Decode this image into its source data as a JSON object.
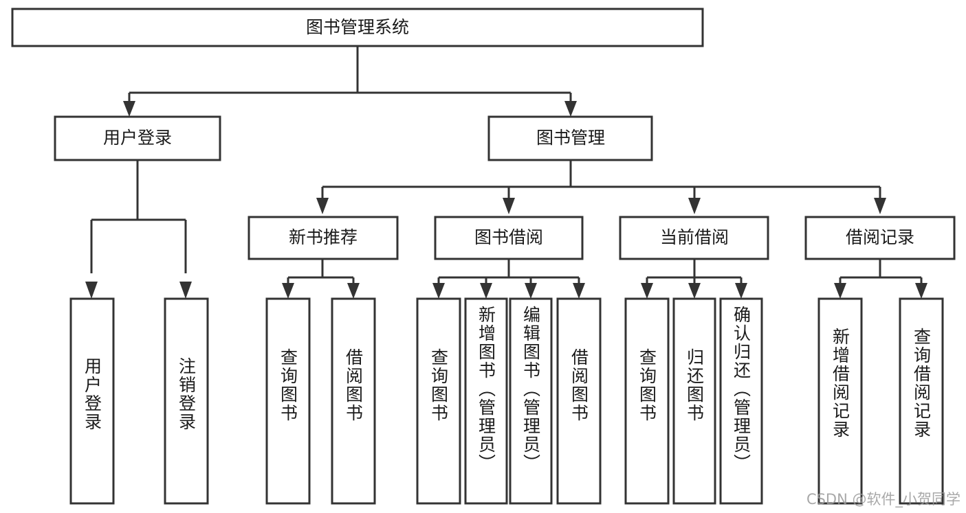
{
  "diagram": {
    "type": "tree-hierarchy",
    "title_node": {
      "label": "图书管理系统"
    },
    "level2": [
      {
        "label": "用户登录"
      },
      {
        "label": "图书管理"
      }
    ],
    "level3": [
      {
        "label": "新书推荐"
      },
      {
        "label": "图书借阅"
      },
      {
        "label": "当前借阅"
      },
      {
        "label": "借阅记录"
      }
    ],
    "leaves": {
      "user_login": [
        {
          "label": "用户登录"
        },
        {
          "label": "注销登录"
        }
      ],
      "new_book_recommend": [
        {
          "label": "查询图书"
        },
        {
          "label": "借阅图书"
        }
      ],
      "book_borrow": [
        {
          "label": "查询图书"
        },
        {
          "label": "新增图书（管理员）"
        },
        {
          "label": "编辑图书（管理员）"
        },
        {
          "label": "借阅图书"
        }
      ],
      "current_borrow": [
        {
          "label": "查询图书"
        },
        {
          "label": "归还图书"
        },
        {
          "label": "确认归还（管理员）"
        }
      ],
      "borrow_record": [
        {
          "label": "新增借阅记录"
        },
        {
          "label": "查询借阅记录"
        }
      ]
    }
  },
  "watermark": {
    "text": "CSDN @软件_小贺同学"
  },
  "colors": {
    "box_stroke": "#333333",
    "box_fill": "#ffffff",
    "text": "#1a1a1a",
    "background": "#ffffff",
    "watermark": "#9a9a9a"
  }
}
